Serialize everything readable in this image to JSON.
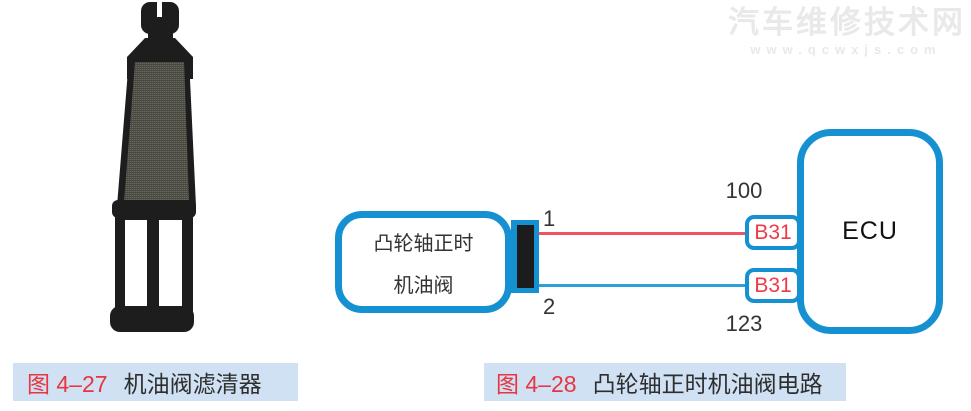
{
  "watermark": {
    "site_name": "汽车维修技术网",
    "site_url": "www.qcwxjs.com"
  },
  "left_figure": {
    "caption_label": "图 4–27",
    "caption_title": "机油阀滤清器"
  },
  "right_figure": {
    "caption_label": "图 4–28",
    "caption_title": "凸轮轴正时机油阀电路",
    "valve_box": {
      "line1": "凸轮轴正时",
      "line2": "机油阀"
    },
    "pins": {
      "pin1": "1",
      "pin2": "2"
    },
    "terminals": {
      "top": "B31",
      "bottom": "B31"
    },
    "ecu": {
      "label": "ECU",
      "pin_top": "100",
      "pin_bottom": "123"
    },
    "colors": {
      "diagram_blue": "#1591d1",
      "wire_red": "#ef5560",
      "wire_blue": "#2b9fd9",
      "terminal_text_red": "#ee3a46",
      "caption_bg": "#cfe1f3",
      "caption_label_red": "#e8353f"
    }
  }
}
